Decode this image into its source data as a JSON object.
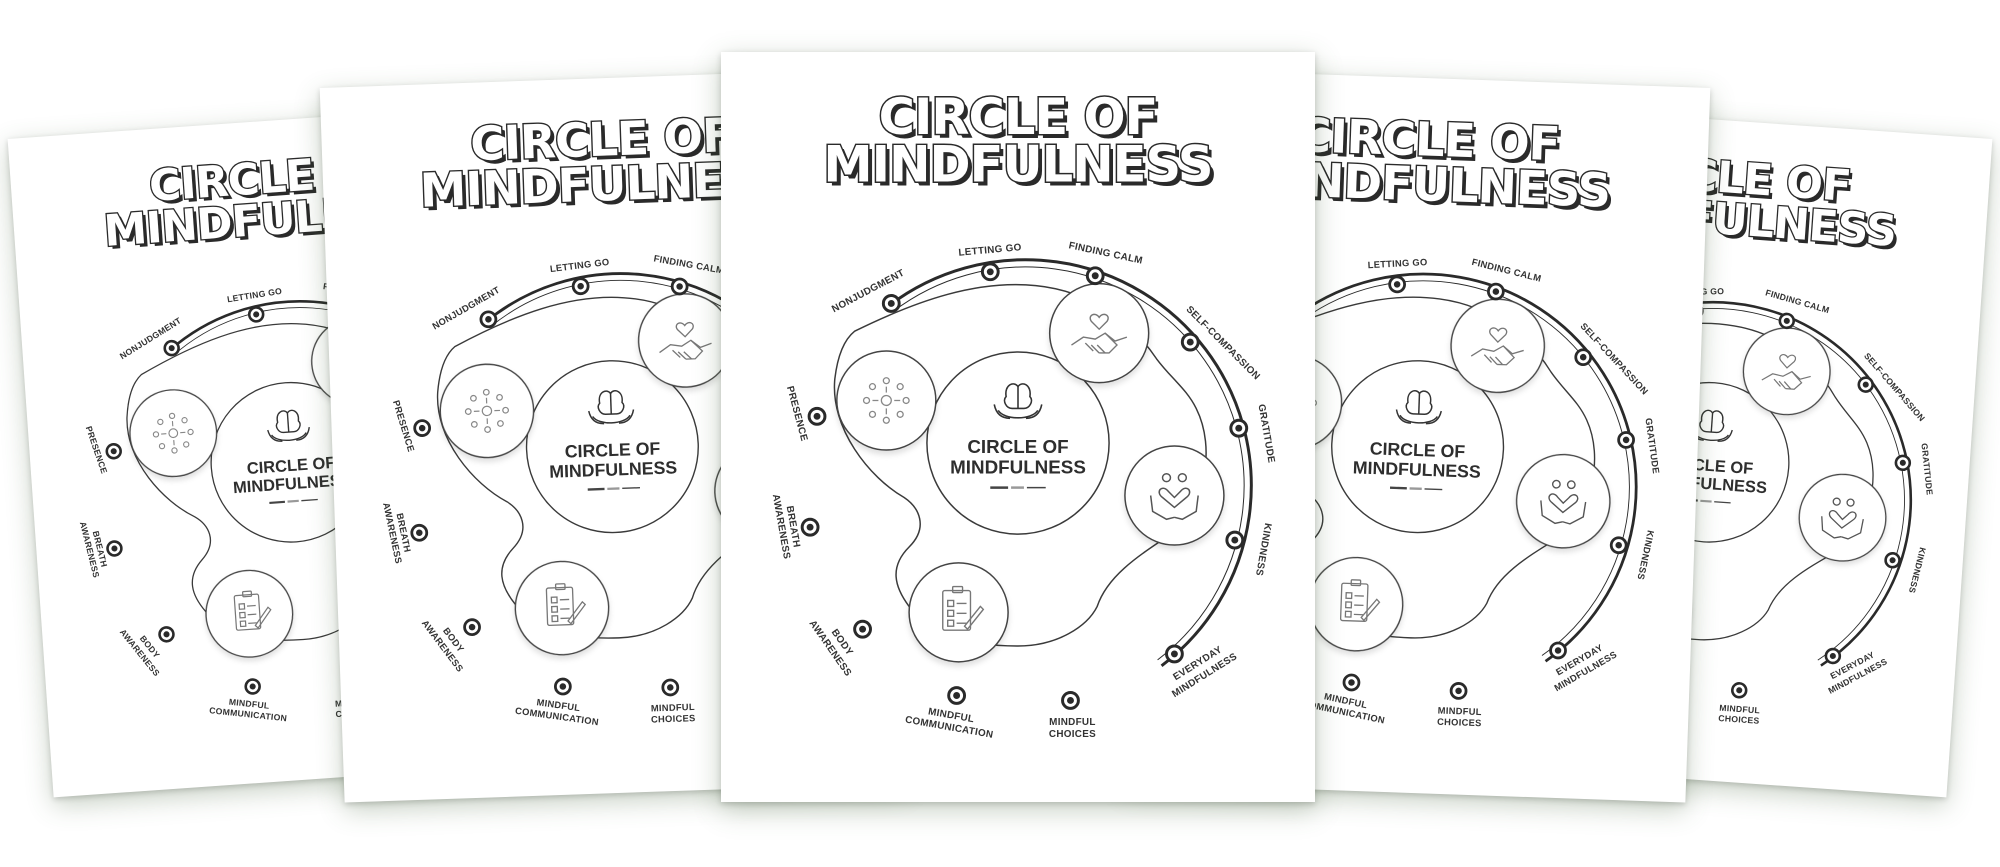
{
  "title_line1": "CIRCLE OF",
  "title_line2": "MINDFULNESS",
  "center_line1": "CIRCLE OF",
  "center_line2": "MINDFULNESS",
  "labels": {
    "nonjudgment": "NONJUDGMENT",
    "letting_go": "LETTING GO",
    "finding_calm": "FINDING CALM",
    "self_compassion": "SELF-COMPASSION",
    "gratitude": "GRATITUDE",
    "kindness": "KINDNESS",
    "everyday_1": "EVERYDAY",
    "everyday_2": "MINDFULNESS",
    "choices_1": "MINDFUL",
    "choices_2": "CHOICES",
    "comm_1": "MINDFUL",
    "comm_2": "COMMUNICATION",
    "body_1": "BODY",
    "body_2": "AWARENESS",
    "breath_1": "BREATH",
    "breath_2": "AWARENESS",
    "presence": "PRESENCE"
  },
  "icons": [
    "brain-lotus-icon",
    "handshake-heart-icon",
    "sunburst-icon",
    "hands-heart-icon",
    "checklist-icon"
  ],
  "colors": {
    "ink": "#2a2a2a",
    "shadow_tint": "#6e8f5f"
  }
}
